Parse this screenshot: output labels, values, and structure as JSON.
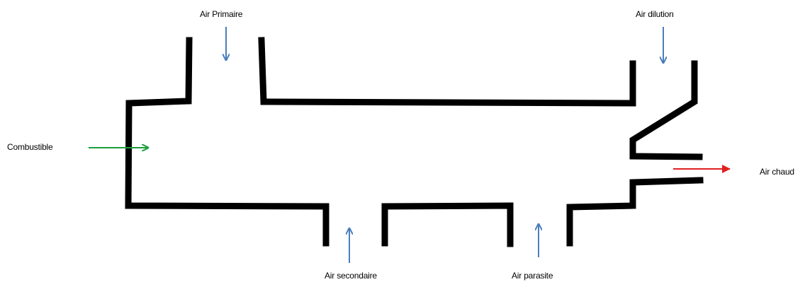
{
  "labels": {
    "air_primaire": "Air Primaire",
    "air_dilution": "Air dilution",
    "combustible": "Combustible",
    "air_chaud": "Air chaud",
    "air_secondaire": "Air secondaire",
    "air_parasite": "Air parasite"
  },
  "colors": {
    "wall": "#000000",
    "air_arrow": "#4a7ebb",
    "fuel_arrow": "#1a9e3c",
    "hot_air_arrow": "#e02020"
  },
  "arrows": [
    {
      "name": "air-primaire-arrow",
      "direction": "down",
      "color_key": "air_arrow"
    },
    {
      "name": "air-dilution-arrow",
      "direction": "down",
      "color_key": "air_arrow"
    },
    {
      "name": "combustible-arrow",
      "direction": "right",
      "color_key": "fuel_arrow"
    },
    {
      "name": "air-chaud-arrow",
      "direction": "right",
      "color_key": "hot_air_arrow"
    },
    {
      "name": "air-secondaire-arrow",
      "direction": "up",
      "color_key": "air_arrow"
    },
    {
      "name": "air-parasite-arrow",
      "direction": "up",
      "color_key": "air_arrow"
    }
  ]
}
